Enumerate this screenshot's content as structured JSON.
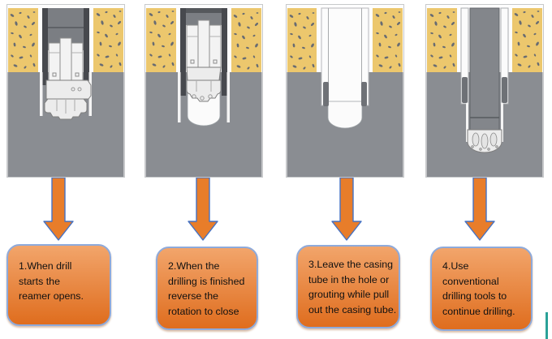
{
  "steps": [
    {
      "illustration": "drill-with-reamer-open-drilling-in-cased-hole",
      "caption": "1.When drill\nstarts the\nreamer opens."
    },
    {
      "illustration": "drill-finished-reamer-closing-in-cased-hole",
      "caption": "2.When the\ndrilling is finished\nreverse the\nrotation to close"
    },
    {
      "illustration": "empty-casing-tube-left-in-hole",
      "caption": "3.Leave the casing\ntube in the hole or\ngrouting while pull\nout the casing tube."
    },
    {
      "illustration": "conventional-drill-rod-and-bit-in-casing",
      "caption": "4.Use\nconventional\ndrilling tools to\ncontinue drilling."
    }
  ],
  "colors": {
    "gravel": "#ECC76D",
    "ground": "#8A8D92",
    "casing": "#47494E",
    "speck": "#676B72",
    "panel_border": "#C7C9CB",
    "arrow_fill": "#E87D2A",
    "arrow_stroke": "#4472C4",
    "box_border": "#8EAADB",
    "box_grad_top": "#F2A56B",
    "box_grad_bottom": "#DF6D1E",
    "teal": "#2AA198"
  }
}
